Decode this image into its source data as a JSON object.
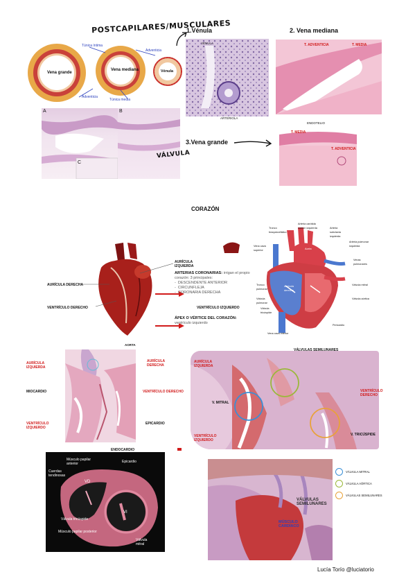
{
  "top_left": {
    "heading": "POSTCAPILARES/MUSCULARES",
    "vessel_labels": {
      "large": "Vena grande",
      "medium": "Vena mediana",
      "small": "Vénula"
    },
    "layer_labels": {
      "intima": "Túnica íntima",
      "adventicia_top": "Adventicia",
      "adventicia_bottom": "Adventicia",
      "media": "Túnica media"
    },
    "panel_letters": [
      "A",
      "B",
      "C"
    ],
    "valvula": "VÁLVULA"
  },
  "venula": {
    "title": "1.Vénula",
    "label_top": "VÉNULA",
    "label_bottom": "ARTERIOLA"
  },
  "vena_mediana": {
    "title": "2. Vena mediana",
    "label_adv": "T. ADVENTICIA",
    "label_media": "T. MEDIA"
  },
  "vena_grande": {
    "title": "3.Vena grande",
    "label_endo": "ENDOTELIO",
    "label_media": "T. MEDIA",
    "label_adv": "T. ADVENTICIA"
  },
  "corazon": {
    "title": "CORAZÓN",
    "heart_labels": {
      "auricula_izq": "AURÍCULA\nIZQUIERDA",
      "auricula_der": "AURÍCULA DERECHA",
      "ventriculo_der": "VENTRÍCULO DERECHO"
    },
    "coronarias_heading": "ARTERIAS CORONARIAS:",
    "coronarias_text": "irrigan el propio corazón: 3 principales:",
    "coronarias_list": [
      "DESCENDENTE ANTERIOR",
      "CIRCUNFLEJA",
      "CORONARIA DERECHA"
    ],
    "ventriculo_izq": "VENTRÍCULO IZQUIERDO",
    "apex_heading": "ÁPEX O VÉRTICE DEL CORAZÓN:",
    "apex_text": "ventrículo izquierdo",
    "diagram_labels": [
      "Tronco braquiocefálico",
      "Arteria carótida común izquierda",
      "Arteria subclavia izquierda",
      "Vena cava superior",
      "Aorta",
      "Arteria pulmonar izquierda",
      "Venas pulmonares",
      "Tronco pulmonar",
      "Aurícula derecha",
      "Válvula pulmonar",
      "Válvula tricúspide",
      "Válvula mitral",
      "Válvula aórtica",
      "Pericardio",
      "Vena cava inferior"
    ]
  },
  "histo_left": {
    "aorta": "AORTA",
    "auricula_izq": "AURÍCULA\nIZQUIERDA",
    "auricula_der": "AURÍCULA\nDERECHA",
    "miocardio": "MIOCARDIO",
    "ventriculo_der": "VENTRÍCULO DERECHO",
    "ventriculo_izq": "VENTRÍCULO\nIZQUIERDO",
    "epicardio": "EPICARDIO",
    "endocardio": "ENDOCARDIO"
  },
  "histo_right": {
    "valvulas_semilunares": "VÁLVULAS SEMILUNARES",
    "auricula_izq": "AURÍCULA\nIZQUIERDA",
    "v_mitral": "V. MITRAL",
    "ventriculo_der": "VENTRÍCULO\nDERECHO",
    "ventriculo_izq": "VENTRÍCULO\nIZQUIERDO",
    "v_tricuspide": "V. TRICÚSPIDE"
  },
  "cross_section": {
    "labels": {
      "musculo_anterior": "Músculo papilar\nanterior",
      "epicardio": "Epicardio",
      "cuerdas": "Cuerdas\ntendinosas",
      "vd": "VD",
      "vi": "VI",
      "tricuspide": "Válvula tricúspide",
      "musculo_posterior": "Músculo papilar posterior",
      "mitral": "Válvula\nmitral"
    }
  },
  "valves_photo": {
    "legend": [
      "VÁLVULA MITRAL",
      "VÁLVULA AÓRTICA",
      "VÁLVULAS SEMILUNARES"
    ],
    "legend_colors": [
      "#3a8fd6",
      "#9bb83a",
      "#e8a23a"
    ],
    "label_semilunares": "VÁLVULAS\nSEMILUNARES",
    "label_musculo": "MÚSCULO\nCARDÍACO"
  },
  "credit": "Lucía Torío @luciatorio"
}
